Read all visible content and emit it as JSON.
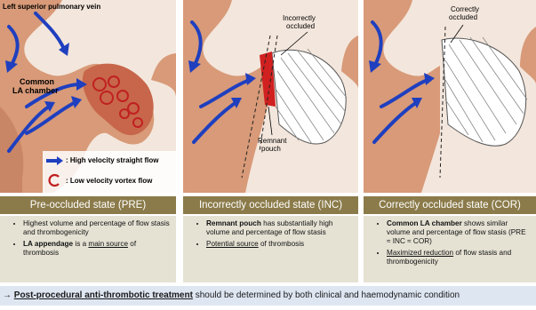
{
  "panels": [
    {
      "header": "Pre-occluded state (PRE)",
      "labels": {
        "vein": "Left superior pulmonary vein",
        "chamber_line1": "Common",
        "chamber_line2": "LA chamber"
      },
      "legend": [
        {
          "key_label": ": High velocity straight flow",
          "icon": "blue-arrow-icon"
        },
        {
          "key_label": ": Low velocity vortex flow",
          "icon": "red-vortex-icon"
        }
      ],
      "bullets": [
        {
          "parts": [
            "Highest volume and percentage of flow stasis and thrombogenicity"
          ]
        },
        {
          "bold": "LA appendage",
          "mid": " is a ",
          "underline": "main source",
          "tail": " of thrombosis"
        }
      ]
    },
    {
      "header": "Incorrectly occluded state (INC)",
      "labels": {
        "occluded_line1": "Incorrectly",
        "occluded_line2": "occluded",
        "pouch_line1": "Remnant",
        "pouch_line2": "pouch"
      },
      "bullets": [
        {
          "bold": "Remnant pouch",
          "tail": " has substantially high volume and percentage of flow stasis"
        },
        {
          "underline": "Potential source",
          "tail": " of thrombosis"
        }
      ]
    },
    {
      "header": "Correctly occluded state (COR)",
      "labels": {
        "occluded_line1": "Correctly",
        "occluded_line2": "occluded"
      },
      "bullets": [
        {
          "bold": "Common LA chamber",
          "tail": " shows similar volume and percentage of flow stasis (PRE ≈ INC ≈ COR)"
        },
        {
          "underline": "Maximized reduction",
          "tail": " of flow stasis and thrombogenicity"
        }
      ]
    }
  ],
  "bottom": {
    "arrow": "→",
    "underline": "Post-procedural anti-thrombotic treatment",
    "tail": " should be determined by both clinical and haemodynamic condition"
  },
  "colors": {
    "tissue": "#d89a78",
    "chamber_bg": "#f3e6dc",
    "flow_arrow": "#1f3fbf",
    "vortex": "#c02020",
    "header_bg": "#8b7b4a",
    "desc_bg": "#e5e2d4",
    "bottom_bg": "#dee6f2"
  }
}
